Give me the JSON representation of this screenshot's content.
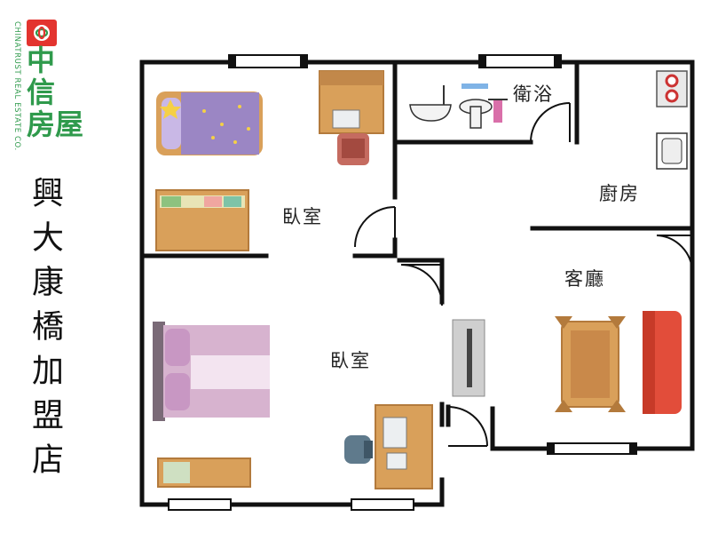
{
  "logo": {
    "brand_name": "中信房屋",
    "brand_line1": "中信",
    "brand_line2": "房屋",
    "brand_english": "CHINATRUST REAL ESTATE CO.",
    "brand_color": "#2f9a4c",
    "accent_color": "#e3342f"
  },
  "store_name": "興大康橋加盟店",
  "rooms": {
    "bedroom_top": "臥室",
    "bedroom_bottom": "臥室",
    "bathroom": "衛浴",
    "kitchen": "廚房",
    "living_room": "客廳"
  },
  "colors": {
    "wall": "#111111",
    "wood": "#d9a05a",
    "wood_dark": "#b37a3c",
    "purple_bed": "#9b86c4",
    "pink_bed": "#d7b3cf",
    "sofa": "#e24d3a"
  }
}
